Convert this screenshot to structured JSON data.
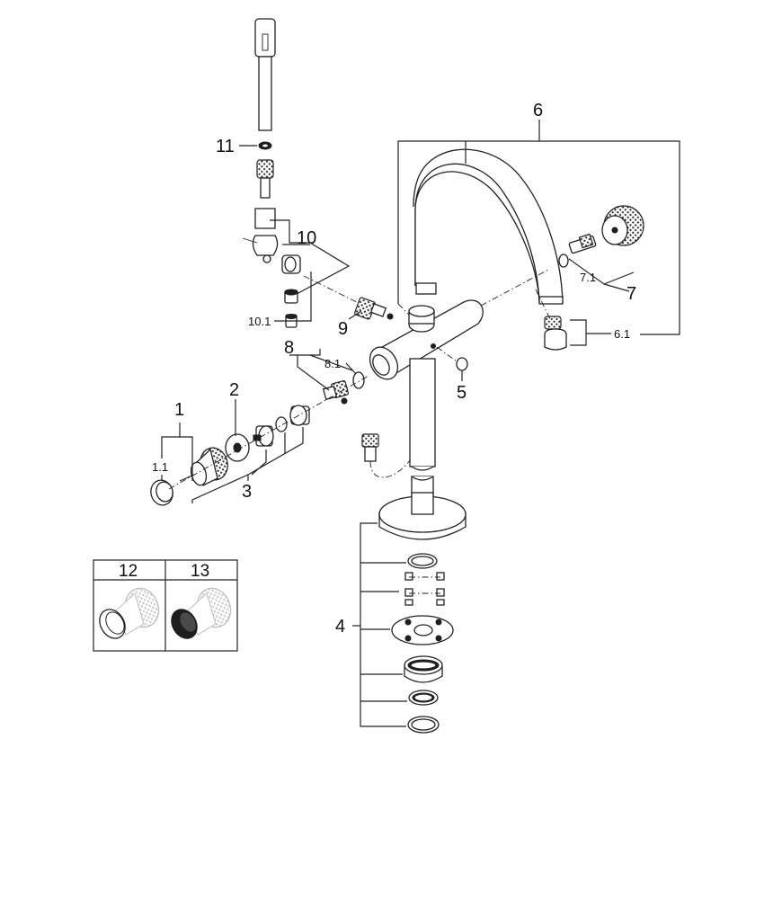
{
  "diagram": {
    "labels": {
      "l1": "1",
      "l1_1": "1.1",
      "l2": "2",
      "l3": "3",
      "l4": "4",
      "l5": "5",
      "l6": "6",
      "l6_1": "6.1",
      "l7": "7",
      "l7_1": "7.1",
      "l8": "8",
      "l8_1": "8.1",
      "l9": "9",
      "l10": "10",
      "l10_1": "10.1",
      "l11": "11"
    },
    "variants": {
      "headers": [
        "12",
        "13"
      ]
    }
  },
  "colors": {
    "line": "#222222",
    "dark_finish": "#1e1e1e",
    "grey_hint": "#cfcfcf"
  }
}
